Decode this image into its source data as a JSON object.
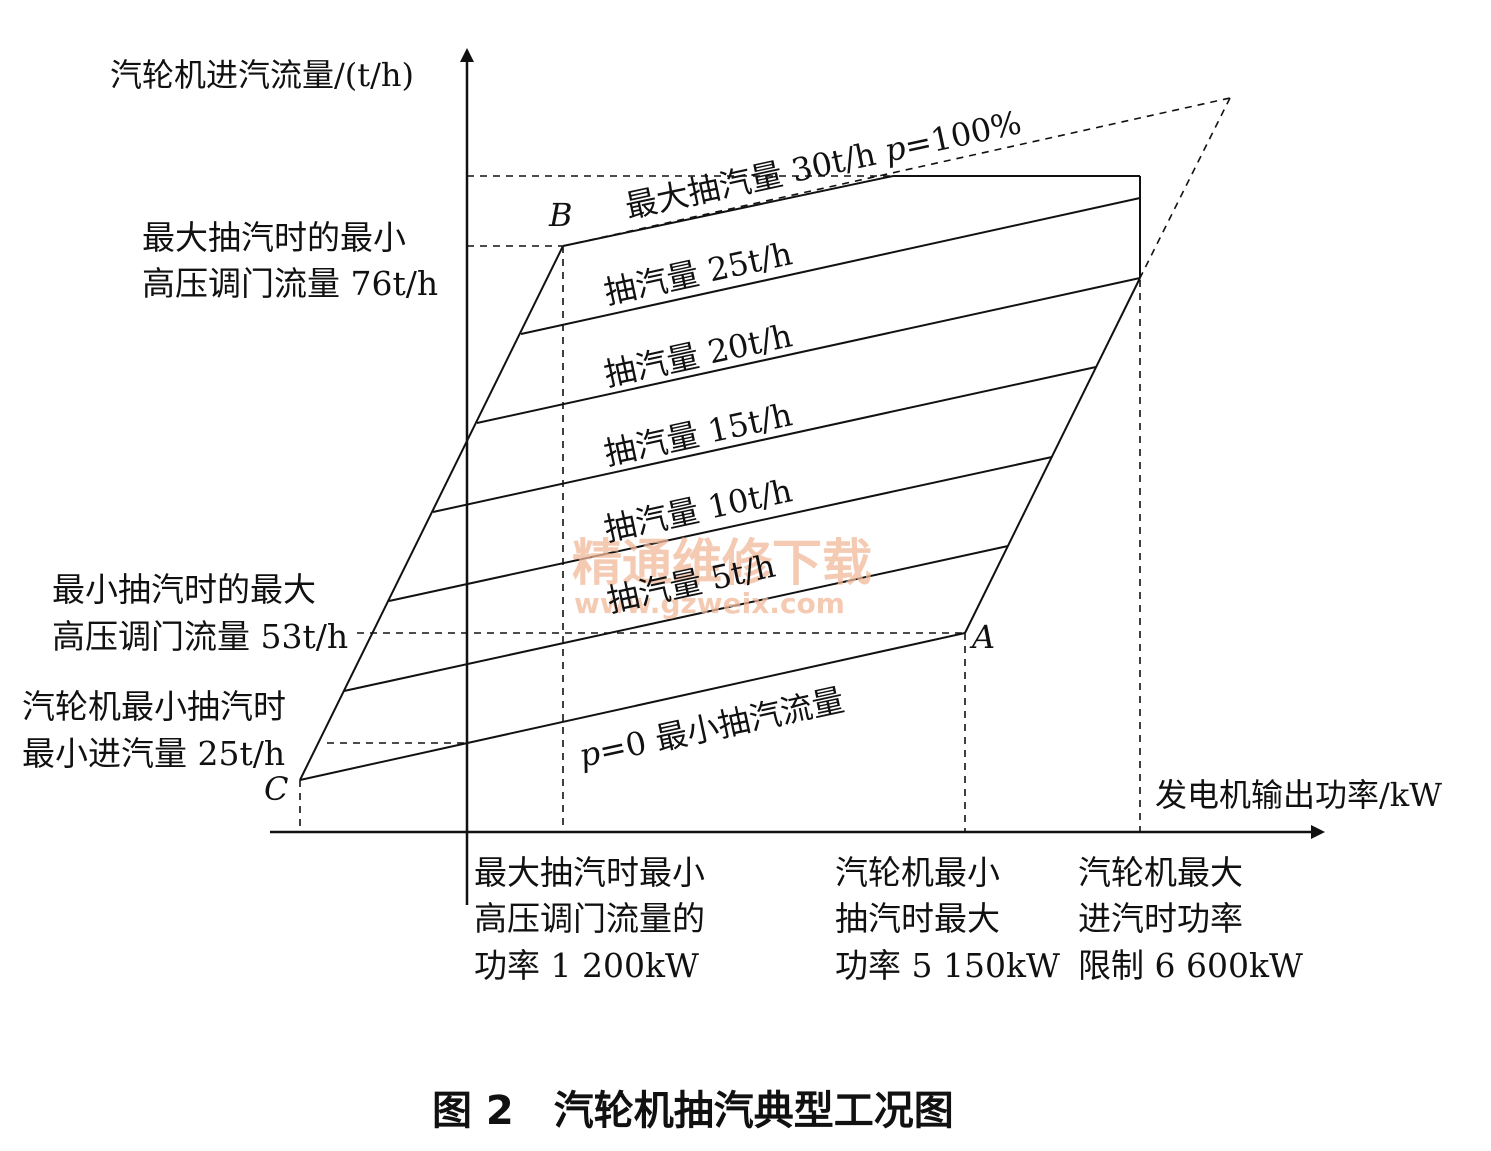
{
  "axes": {
    "y_label": "汽轮机进汽流量/(t/h)",
    "x_label": "发电机输出功率/kW"
  },
  "points": {
    "A": "A",
    "B": "B",
    "C": "C"
  },
  "y_annotations": {
    "b1": "最大抽汽时的最小",
    "b2": "高压调门流量 76t/h",
    "a1": "最小抽汽时的最大",
    "a2": "高压调门流量 53t/h",
    "c1": "汽轮机最小抽汽时",
    "c2": "最小进汽量 25t/h"
  },
  "x_annotations": {
    "b1": "最大抽汽时最小",
    "b2": "高压调门流量的",
    "b3": "功率 1 200kW",
    "a1": "汽轮机最小",
    "a2": "抽汽时最大",
    "a3": "功率 5 150kW",
    "m1": "汽轮机最大",
    "m2": "进汽时功率",
    "m3": "限制 6 600kW"
  },
  "line_labels": {
    "l30_text": "最大抽汽量 30t/h ",
    "l30_p": "p",
    "l30_val": "=100%",
    "l25": "抽汽量 25t/h",
    "l20": "抽汽量 20t/h",
    "l15": "抽汽量 15t/h",
    "l10": "抽汽量 10t/h",
    "l5": "抽汽量 5t/h",
    "l0_p": "p",
    "l0_text": "=0 最小抽汽流量"
  },
  "watermark": {
    "cn": "精通维修下载",
    "url": "www.gzweix.com",
    "color": "#f2b89a"
  },
  "caption": "图 2　汽轮机抽汽典型工况图"
}
